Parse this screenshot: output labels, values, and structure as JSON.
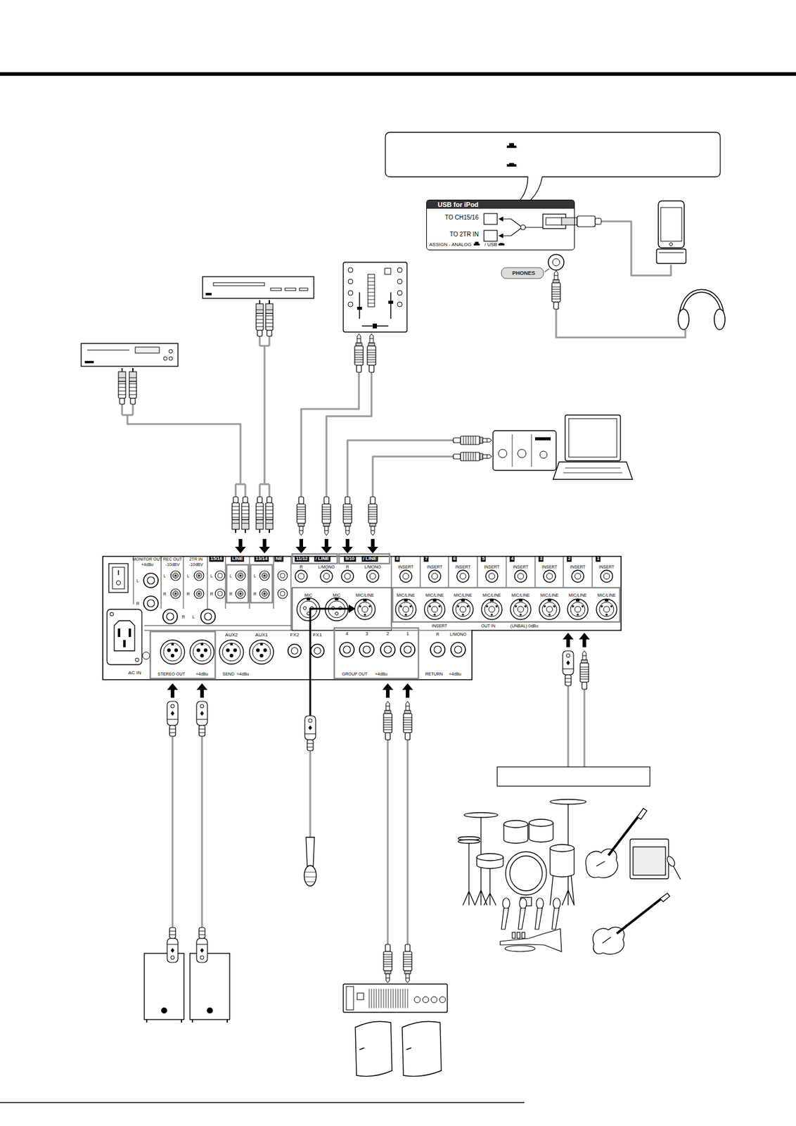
{
  "diagram": {
    "nodes": [
      {
        "text": [
          "USB for iPod",
          "TO CH15/16",
          "TO 2TR IN",
          "ASSIGN - ANALOG",
          "/ USB"
        ]
      }
    ],
    "labels": [
      "PHONES",
      "MONITOR OUT",
      "+4dBu",
      "L",
      "R",
      "REC OUT",
      "-10dBV",
      "L",
      "R",
      "2TR IN",
      "-10dBV",
      "L",
      "R",
      "15/16",
      "L",
      "R",
      "LINE",
      "L",
      "R",
      "13/14",
      "L",
      "R",
      "NE",
      "11/12",
      "/ LINE",
      "R",
      "L/MONO",
      "9/10",
      "/ LINE",
      "R",
      "L/MONO",
      "MIC",
      "MIC",
      "MIC/LINE",
      "8",
      "INSERT",
      "MIC/LINE",
      "7",
      "INSERT",
      "MIC/LINE",
      "6",
      "INSERT",
      "MIC/LINE",
      "5",
      "INSERT",
      "MIC/LINE",
      "4",
      "INSERT",
      "MIC/LINE",
      "3",
      "INSERT",
      "MIC/LINE",
      "2",
      "INSERT",
      "MIC/LINE",
      "1",
      "INSERT",
      "MIC/LINE",
      "INSERT",
      "OUT IN",
      "(UNBAL) 0dBu",
      "R",
      "L",
      "AC IN",
      "AUX2",
      "AUX1",
      "FX2",
      "FX1",
      "4",
      "3",
      "2",
      "1",
      "R",
      "L/MONO",
      "STEREO OUT",
      "+4dBu",
      "SEND",
      "+4dBu",
      "GROUP OUT",
      "+4dBu",
      "RETURN",
      "+4dBu"
    ]
  }
}
